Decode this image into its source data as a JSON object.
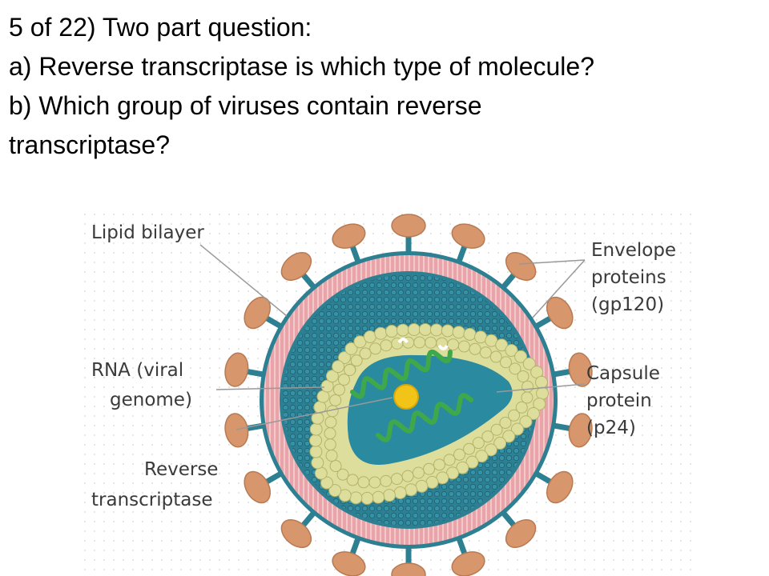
{
  "question": {
    "line1": "5 of 22) Two part question:",
    "line2": "a) Reverse transcriptase is which type of molecule?",
    "line3": "b) Which group of viruses contain reverse",
    "line4": "transcriptase?"
  },
  "labels": {
    "lipid_bilayer": "Lipid bilayer",
    "rna_line1": "RNA (viral",
    "rna_line2": "genome)",
    "rt_line1": "Reverse",
    "rt_line2": "transcriptase",
    "envelope_line1": "Envelope",
    "envelope_line2": "proteins",
    "envelope_line3": "(gp120)",
    "capsule_line1": "Capsule",
    "capsule_line2": "protein",
    "capsule_line3": "(p24)"
  },
  "colors": {
    "envelope_protein": "#d7966b",
    "lipid_bilayer": "#e8a4a8",
    "matrix": "#2d7f92",
    "matrix_dots": "#1d5f70",
    "capsid_fill": "#dede9c",
    "capsid_dots": "#c9c97a",
    "core": "#2a8aa0",
    "rna": "#3fa84a",
    "enzyme": "#f2c417",
    "leader_line": "#999999"
  }
}
